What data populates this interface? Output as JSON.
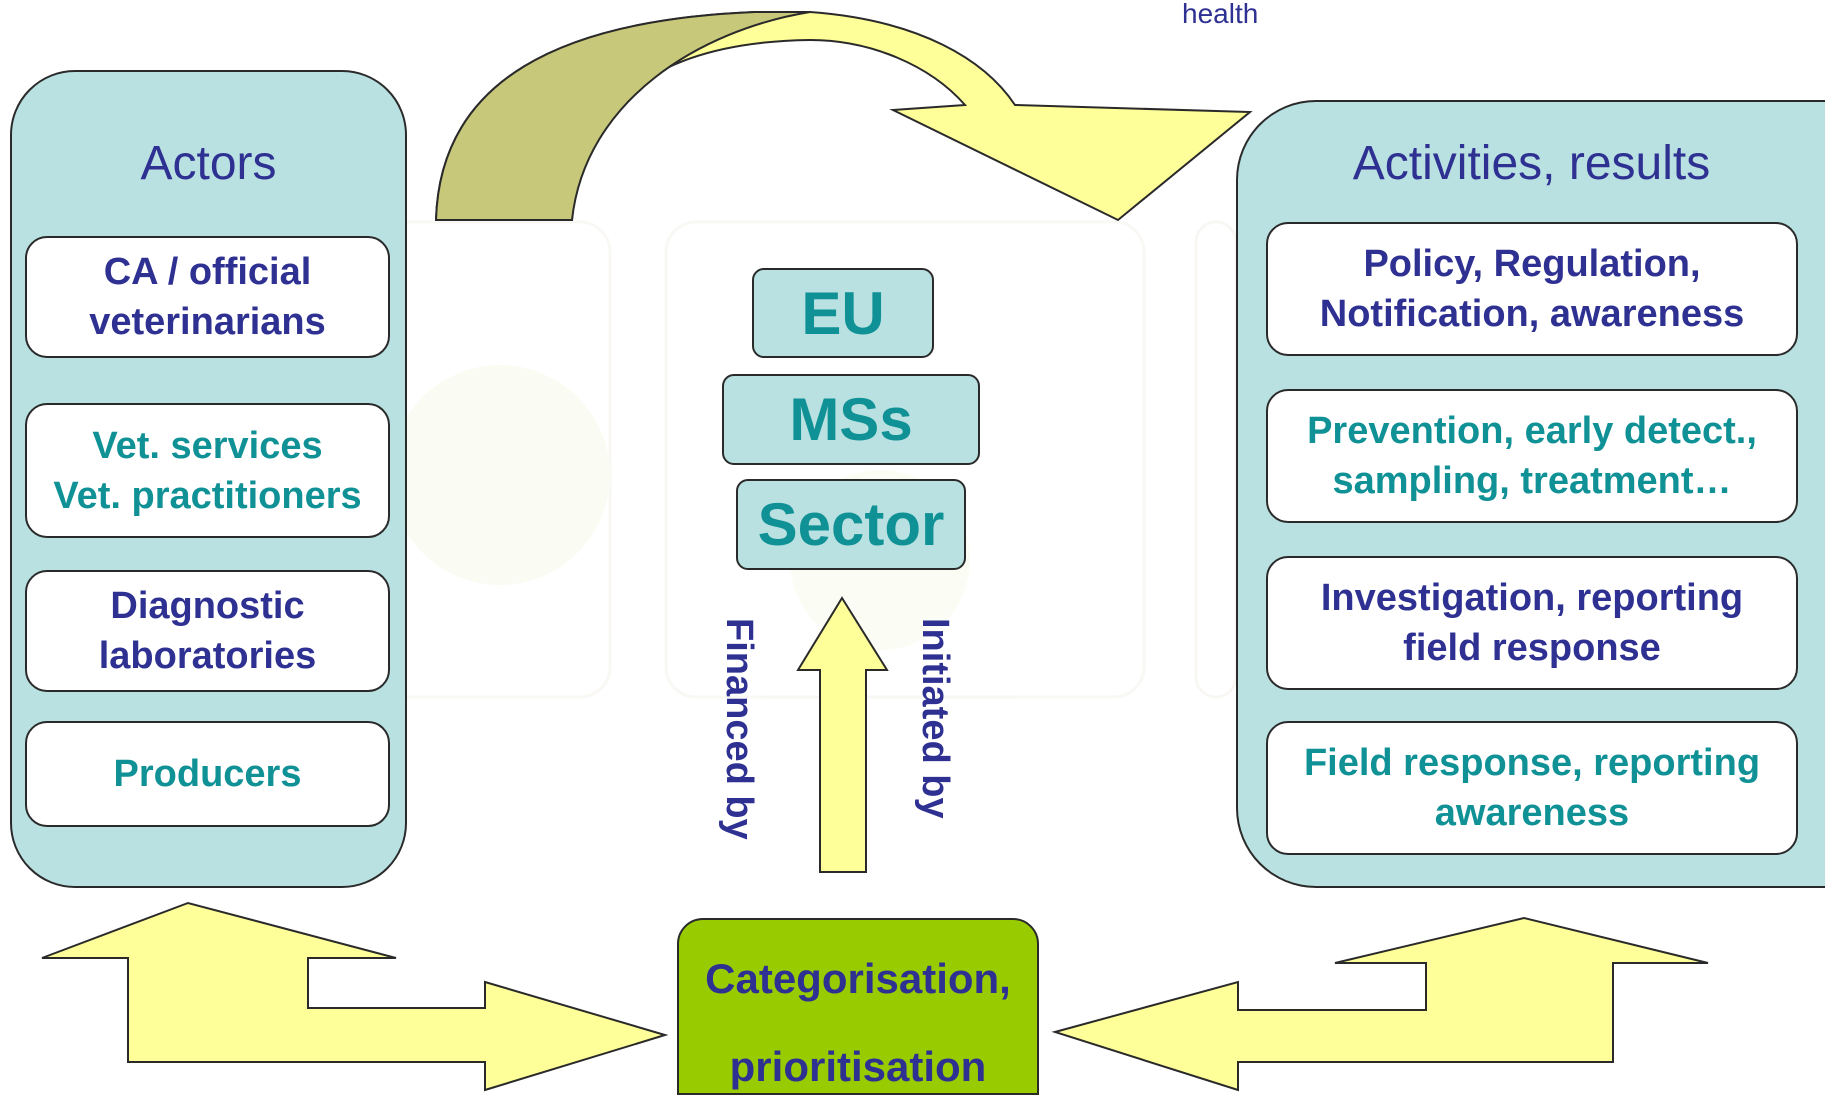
{
  "top_note": "health",
  "actors": {
    "title": "Actors",
    "items": [
      {
        "label": "CA / official\nveterinarians",
        "color": "#2e3192"
      },
      {
        "label": "Vet. services\nVet. practitioners",
        "color": "#0f9196"
      },
      {
        "label": "Diagnostic\nlaboratories",
        "color": "#2e3192"
      },
      {
        "label": "Producers",
        "color": "#0f9196"
      }
    ]
  },
  "activities": {
    "title": "Activities, results",
    "items": [
      {
        "label": "Policy, Regulation,\nNotification, awareness",
        "color": "#2e3192"
      },
      {
        "label": "Prevention, early detect.,\nsampling, treatment…",
        "color": "#0f9196"
      },
      {
        "label": "Investigation, reporting\nfield response",
        "color": "#2e3192"
      },
      {
        "label": "Field response, reporting\nawareness",
        "color": "#0f9196"
      }
    ]
  },
  "stack": [
    "EU",
    "MSs",
    "Sector"
  ],
  "financed_by": "Financed by",
  "initiated_by": "Initiated by",
  "center_box": {
    "line1": "Categorisation,",
    "line2": "prioritisation"
  },
  "colors": {
    "panel_fill": "#b9e1e1",
    "arrow_fill": "#ffff99",
    "arrow_shade": "#c8c87a",
    "center_fill": "#99cc00",
    "navy": "#2e3192",
    "teal": "#0f9196"
  }
}
